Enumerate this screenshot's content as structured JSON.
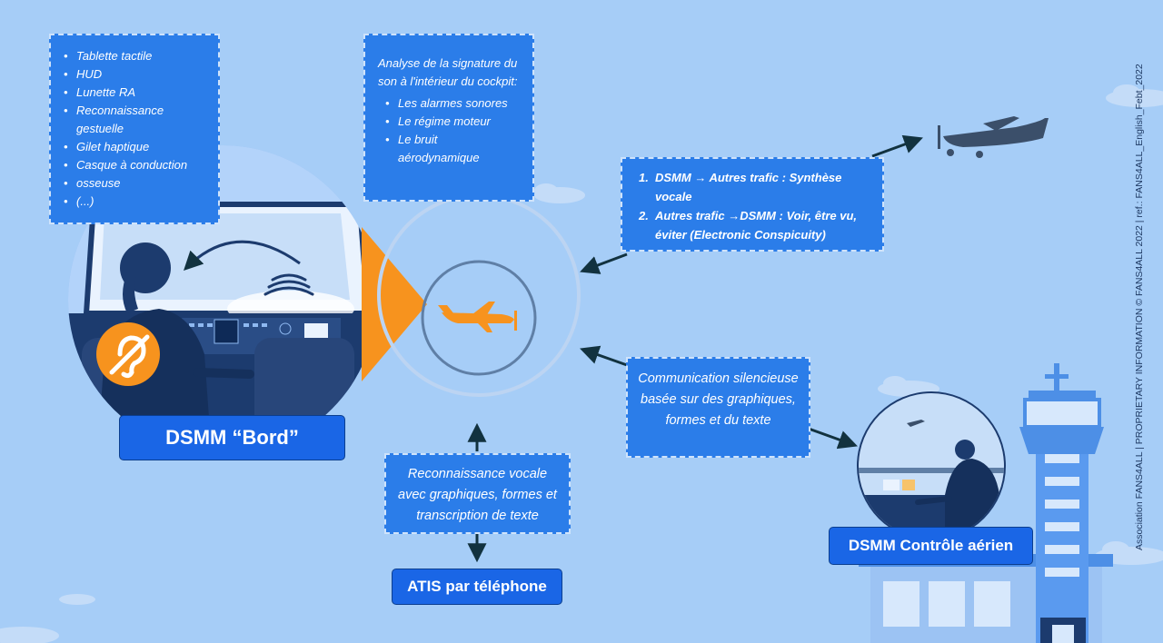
{
  "equipment_box": {
    "items": [
      "Tablette tactile",
      "HUD",
      "Lunette RA",
      "Reconnaissance gestuelle",
      "Gilet haptique",
      "Casque à conduction",
      "osseuse",
      "(...)"
    ]
  },
  "signature_box": {
    "intro": "Analyse de la signature du son à l'intérieur du cockpit:",
    "items": [
      "Les alarmes sonores",
      "Le régime moteur",
      "Le bruit aérodynamique"
    ]
  },
  "traffic_box": {
    "items": [
      {
        "num": "1.",
        "text": "DSMM → Autres trafic : Synthèse vocale"
      },
      {
        "num": "2.",
        "text": "Autres trafic →DSMM : Voir, être vu, éviter (Electronic Conspicuity)"
      }
    ]
  },
  "communication_box": {
    "text": "Communication silencieuse basée sur des graphiques, formes et du texte"
  },
  "voice_box": {
    "text": "Reconnaissance vocale avec graphiques, formes et transcription de texte"
  },
  "labels": {
    "bord": "DSMM “Bord”",
    "atis": "ATIS par téléphone",
    "atc": "DSMM Contrôle aérien"
  },
  "footer": "Association FANS4ALL  |  PROPRIETARY INFORMATION © FANS4ALL 2022 | ref.: FANS4ALL_English_Febt_2022",
  "colors": {
    "background": "#a6cdf7",
    "box": "#2b7de9",
    "label": "#1a66e6",
    "accent_orange": "#f7931e",
    "navy": "#1c3b6e",
    "arrow": "#12323f"
  },
  "icons": [
    "hearing-impaired-icon",
    "airplane-icon",
    "control-tower-icon",
    "pilot-icon",
    "controller-icon"
  ]
}
